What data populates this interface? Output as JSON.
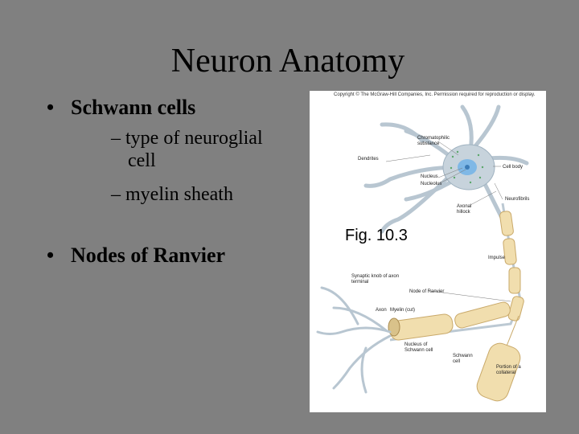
{
  "slide": {
    "title": "Neuron Anatomy",
    "bullets": [
      {
        "text": "Schwann cells",
        "sub": [
          "– type of neuroglial",
          "cell",
          "– myelin sheath"
        ]
      },
      {
        "text": "Nodes of Ranvier",
        "sub": []
      }
    ],
    "bullet_glyph": "•"
  },
  "figure": {
    "caption": "Fig. 10.3",
    "copyright": "Copyright © The McGraw-Hill Companies, Inc. Permission required for reproduction or display.",
    "labels": [
      "Chromatophilic substance",
      "Dendrites",
      "Cell body",
      "Nucleus",
      "Nucleolus",
      "Neurofibrils",
      "Axonal hillock",
      "Impulse",
      "Synaptic knob of axon terminal",
      "Node of Ranvier",
      "Axon",
      "Myelin (cut)",
      "Nucleus of Schwann cell",
      "Schwann cell",
      "Portion of a collateral"
    ],
    "colors": {
      "cell": "#c7d3dc",
      "nucleus": "#7fb8e6",
      "myelin": "#f1deae",
      "myelin_edge": "#c9a96a"
    }
  }
}
